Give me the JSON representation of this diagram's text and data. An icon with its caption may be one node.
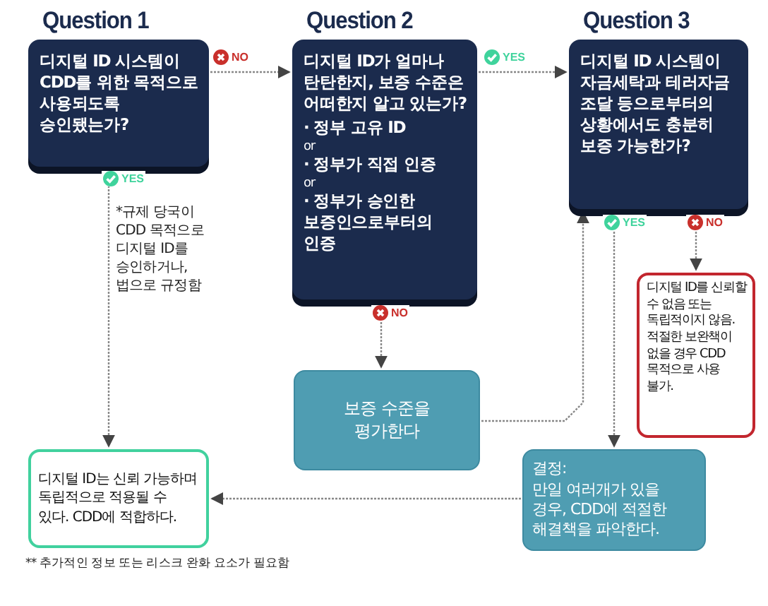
{
  "diagram": {
    "nodes": [
      {
        "text": [
          "Question 1",
          "디지털 ID 시스템이 CDD를 위한 목적으로 사용되도록 승인됐는가?"
        ]
      },
      {
        "text": [
          "Question 2",
          "디지털 ID가 얼마나 탄탄한지, 보증 수준은 어떠한지 알고 있는가?",
          "· 정부 고유 ID",
          "or",
          "· 정부가 직접 인증",
          "or",
          "· 정부가 승인한 보증인으로부터의 인증"
        ]
      },
      {
        "text": [
          "Question 3",
          "디지털 ID 시스템이 자금세탁과 테러자금 조달 등으로부터의 상황에서도 충분히 보증 가능한가?"
        ]
      },
      {
        "text": [
          "보증 수준을 평가한다"
        ]
      },
      {
        "text": [
          "디지털 ID를 신뢰할 수 없음 또는 독립적이지 않음. 적절한 보완책이 없을 경우 CDD 목적으로 사용 불가."
        ]
      },
      {
        "text": [
          "결정:",
          "만일 여러개가 있을 경우, CDD에 적절한 해결책을 파악한다."
        ]
      },
      {
        "text": [
          "디지털 ID는 신뢰 가능하며 독립적으로 적용될 수 있다. CDD에 적합하다."
        ]
      }
    ],
    "edges": [
      {
        "from": 0,
        "to": 1,
        "arrow": "to",
        "label": "NO"
      },
      {
        "from": 1,
        "to": 2,
        "arrow": "to",
        "label": "YES"
      },
      {
        "from": 0,
        "to": 6,
        "arrow": "to",
        "label": "YES"
      },
      {
        "from": 1,
        "to": 3,
        "arrow": "to",
        "label": "NO"
      },
      {
        "from": 3,
        "to": 2,
        "arrow": "to"
      },
      {
        "from": 2,
        "to": 5,
        "arrow": "to",
        "label": "YES"
      },
      {
        "from": 2,
        "to": 4,
        "arrow": "to",
        "label": "NO"
      },
      {
        "from": 5,
        "to": 6,
        "arrow": "to"
      }
    ],
    "labels": [
      "*규제 당국이 CDD 목적으로 디지털 ID를 승인하거나, 법으로 규정함",
      "** 추가적인 정보 또는 리스크 완화 요소가 필요함"
    ]
  }
}
